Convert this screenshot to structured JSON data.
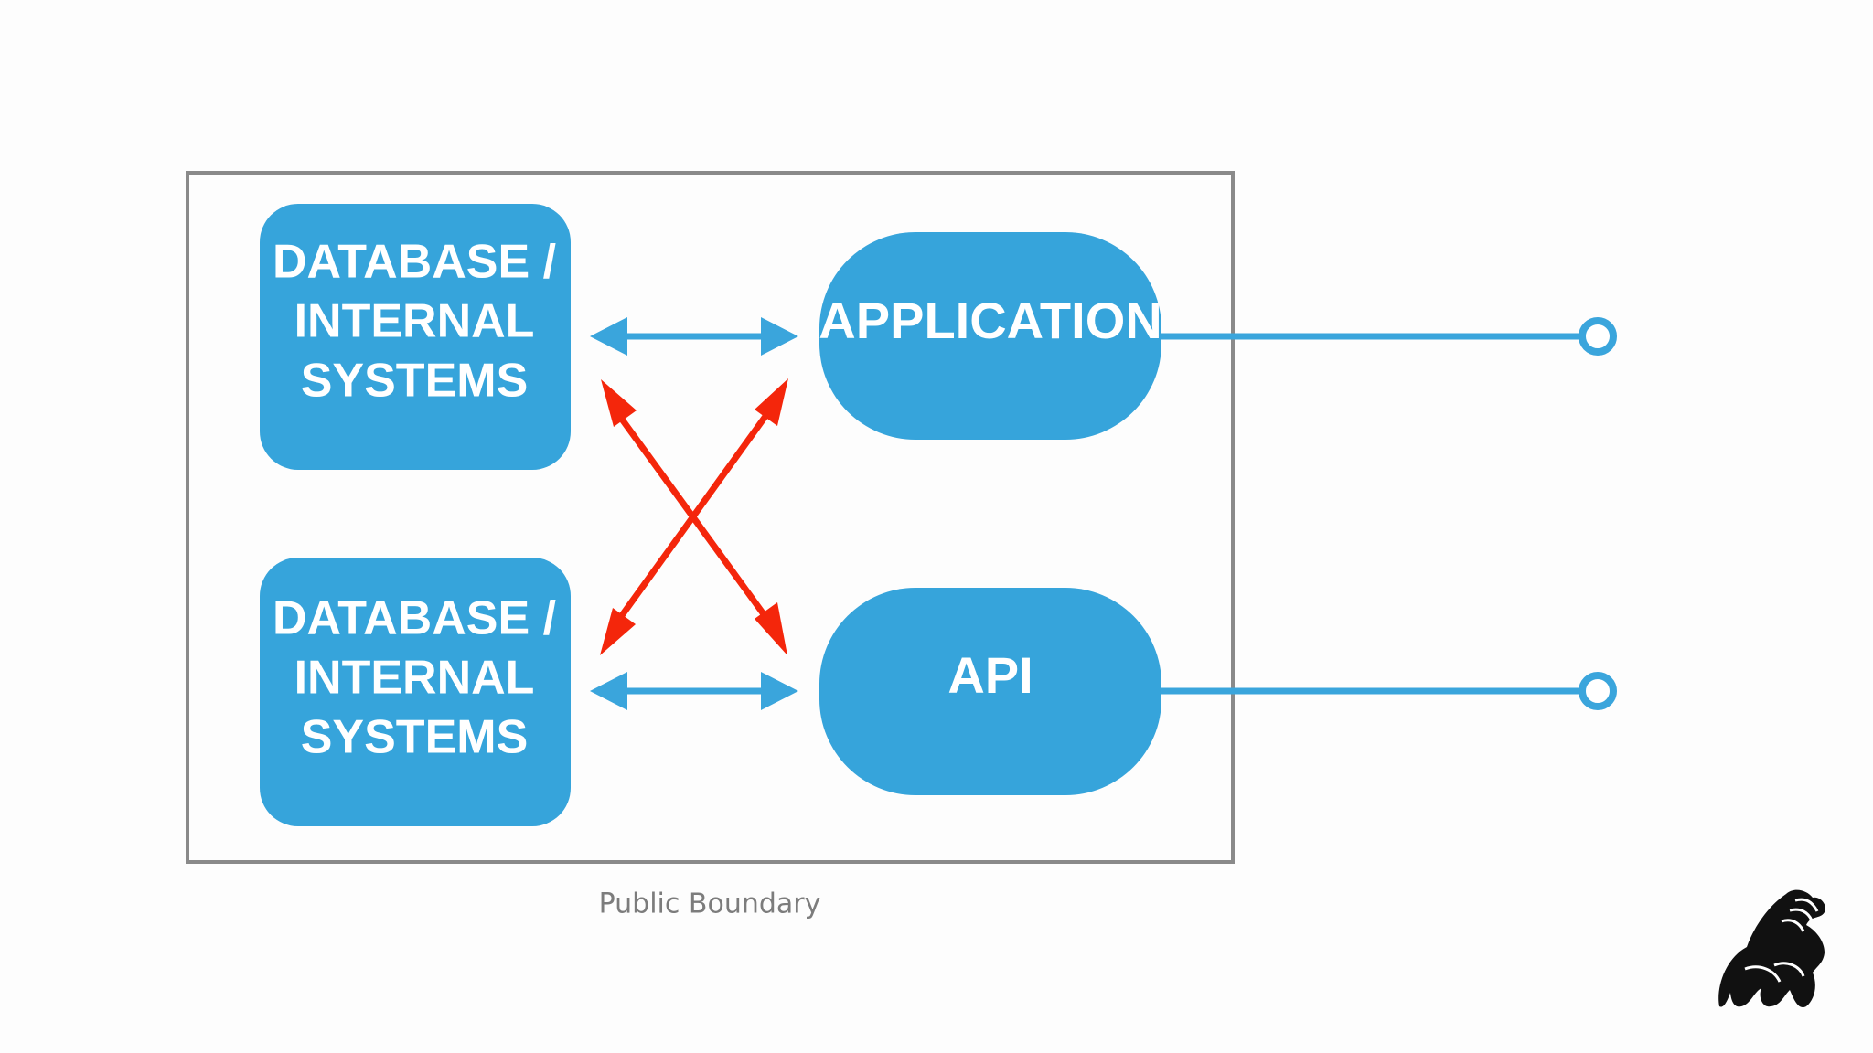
{
  "boundary": {
    "caption": "Public Boundary"
  },
  "nodes": {
    "system_top": {
      "lines": [
        "DATABASE /",
        "INTERNAL",
        "SYSTEMS"
      ]
    },
    "system_bottom": {
      "lines": [
        "DATABASE /",
        "INTERNAL",
        "SYSTEMS"
      ]
    },
    "application": {
      "label": "APPLICATION"
    },
    "api": {
      "label": "API"
    }
  },
  "colors": {
    "box_fill": "#36a4db",
    "allowed_link": "#3aa5dc",
    "forbidden_link": "#f4260b",
    "boundary_stroke": "#8a8a8a",
    "caption_text": "#7c7c7c",
    "logo": "#111111"
  },
  "icons": {
    "logo": "gorilla-hand-logo-icon",
    "endpoint": "endpoint-circle-icon"
  }
}
